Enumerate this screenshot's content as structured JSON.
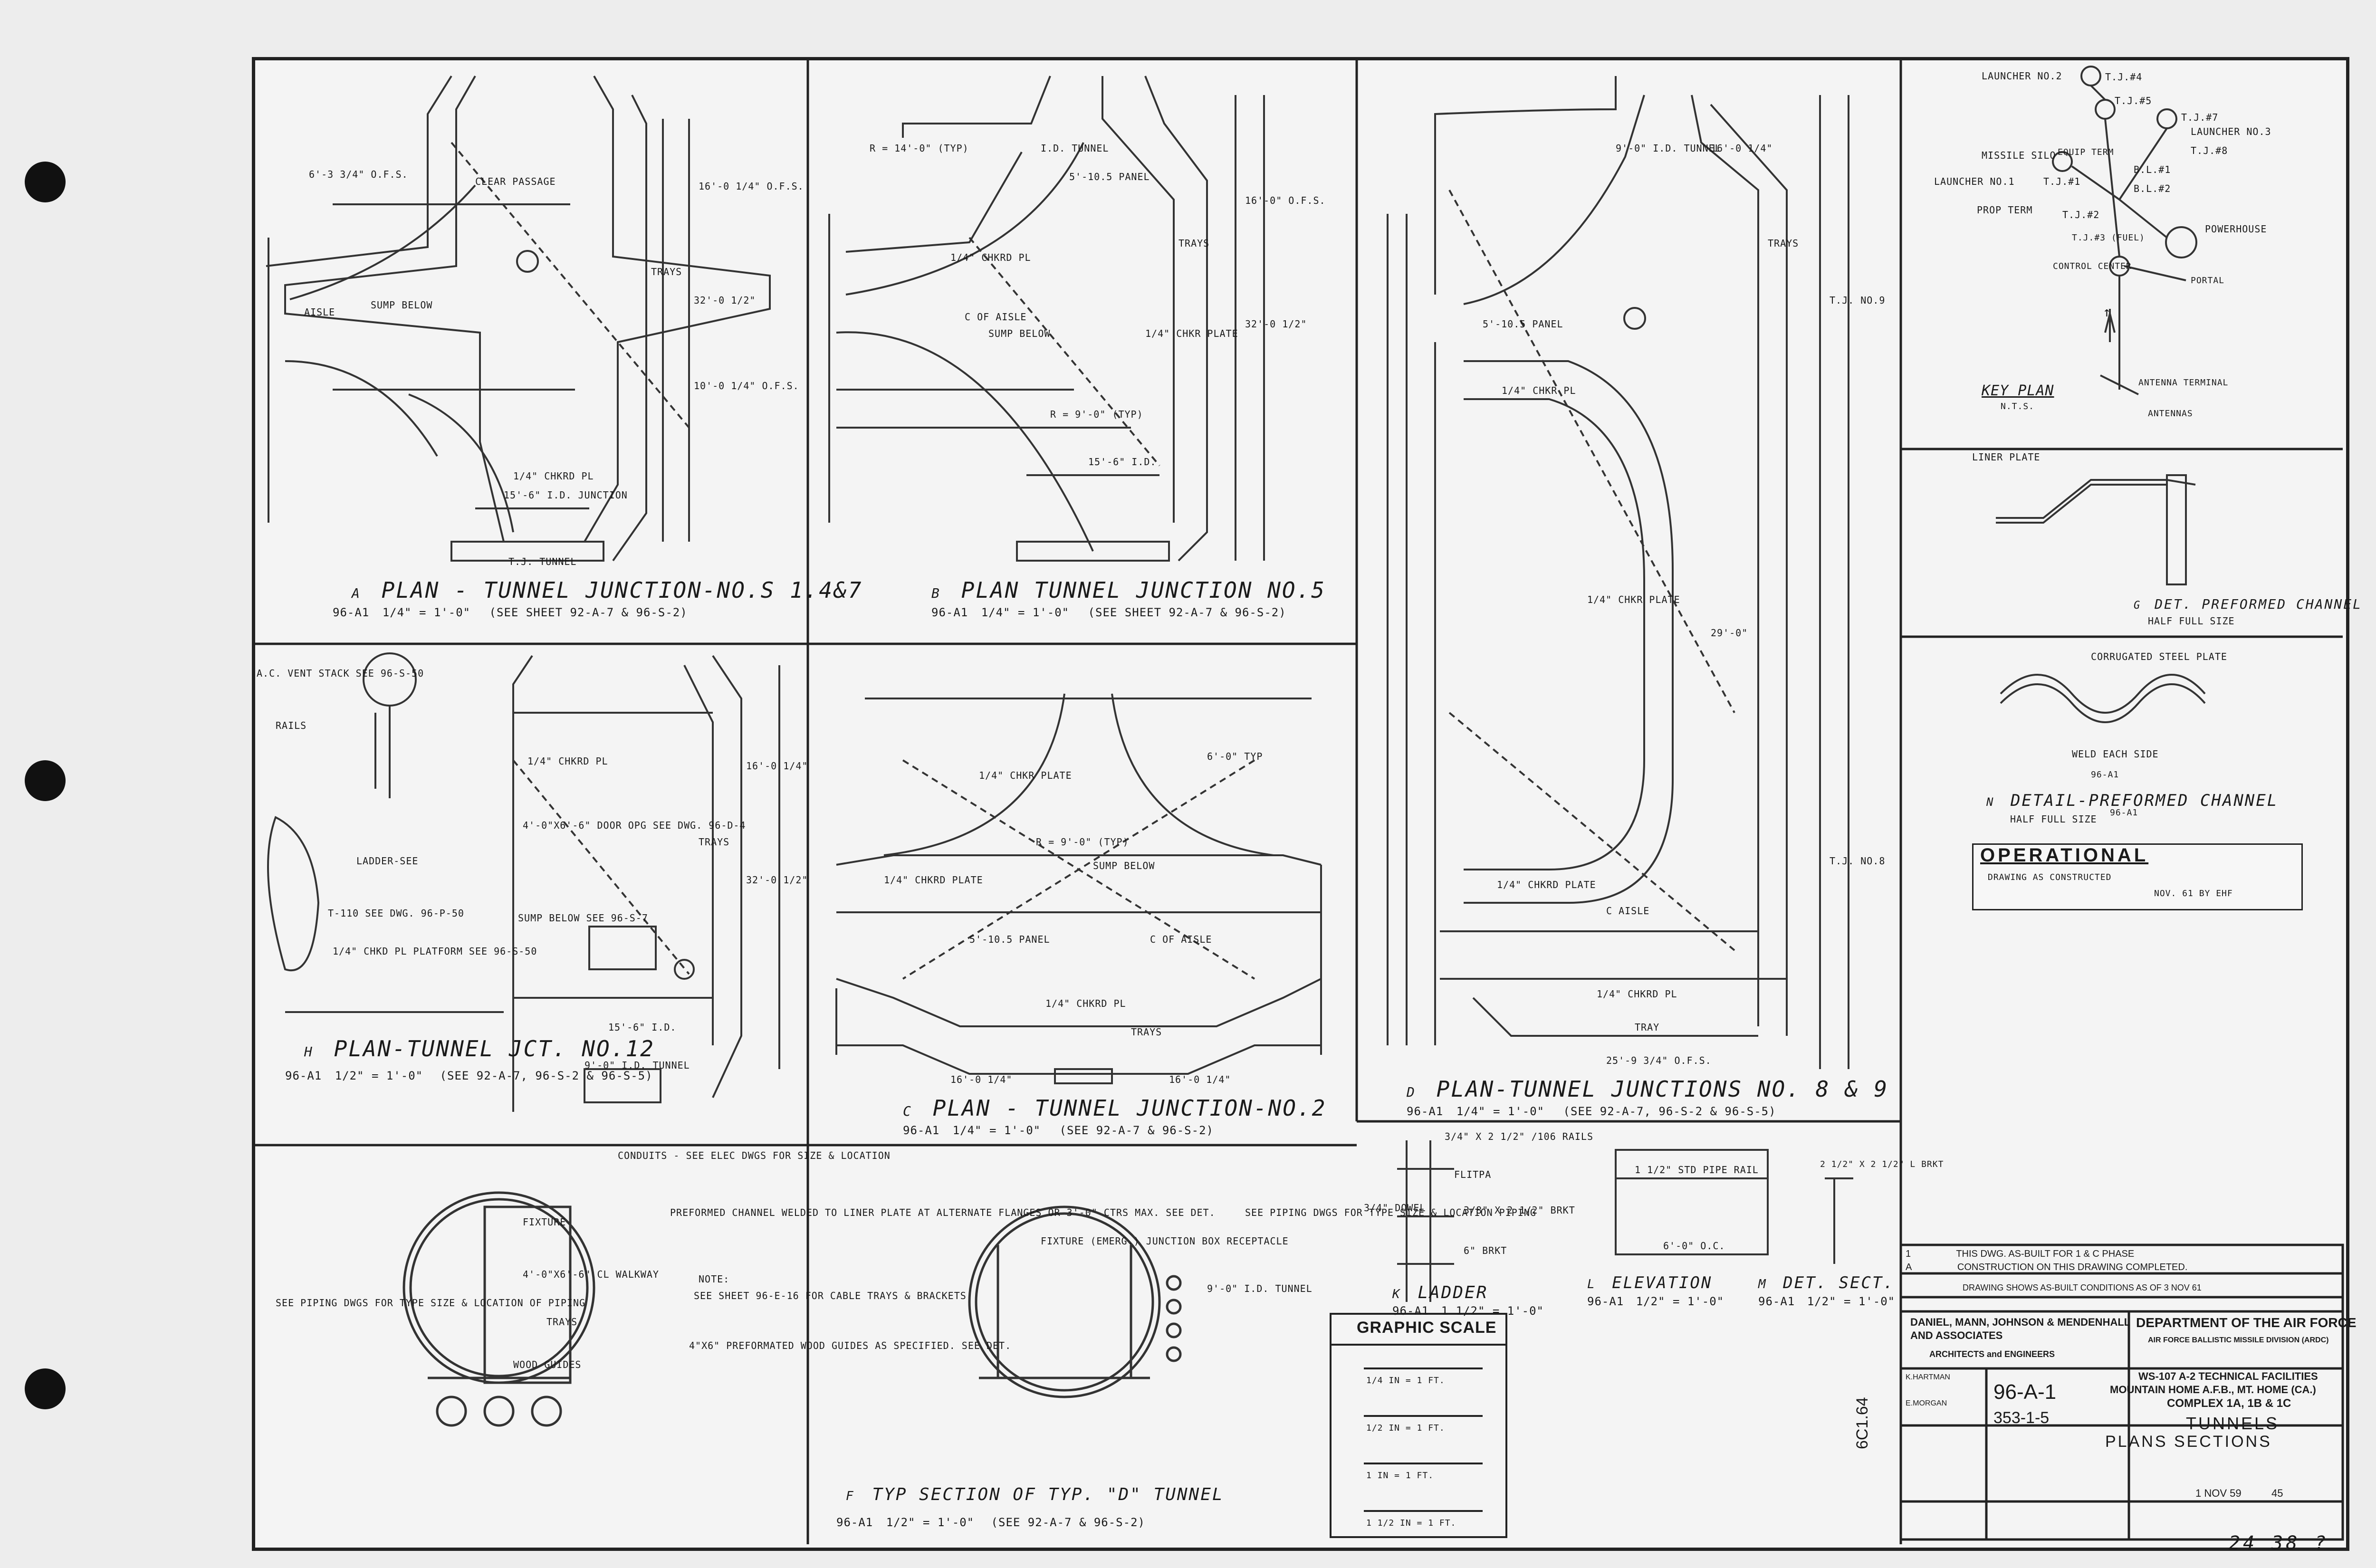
{
  "sheet": {
    "views": {
      "A": {
        "letter": "A",
        "ref": "96-A1",
        "title": "PLAN - TUNNEL JUNCTION-NO.S 1.4&7",
        "scale": "1/4\" = 1'-0\"",
        "see": "(SEE SHEET 92-A-7 & 96-S-2)",
        "notes": [
          "CLEAR PASSAGE",
          "SUMP BELOW",
          "AISLE",
          "TRAYS",
          "1/4\" CHKRD PL",
          "15'-6\" I.D. JUNCTION",
          "6'-3 3/4\" O.F.S.",
          "16'-0 1/4\" O.F.S.",
          "32'-0 1/2\"",
          "10'-0 1/4\" O.F.S.",
          "T.J. TUNNEL"
        ]
      },
      "B": {
        "letter": "B",
        "ref": "96-A1",
        "title": "PLAN  TUNNEL JUNCTION NO.5",
        "scale": "1/4\" = 1'-0\"",
        "see": "(SEE SHEET 92-A-7 & 96-S-2)",
        "notes": [
          "R = 14'-0\" (TYP)",
          "I.D. TUNNEL",
          "5'-10.5 PANEL",
          "1/4\" CHKRD PL",
          "C OF AISLE",
          "SUMP BELOW",
          "TRAYS",
          "1/4\" CHKR PLATE",
          "R = 9'-0\" (TYP)",
          "15'-6\" I.D.",
          "16'-0\" O.F.S.",
          "32'-0 1/2\""
        ]
      },
      "C": {
        "letter": "C",
        "ref": "96-A1",
        "title": "PLAN - TUNNEL JUNCTION-NO.2",
        "scale": "1/4\" = 1'-0\"",
        "see": "(SEE 92-A-7 & 96-S-2)",
        "notes": [
          "1/4\" CHKR PLATE",
          "R = 9'-0\" (TYP)",
          "SUMP BELOW",
          "1/4\" CHKRD PLATE",
          "5'-10.5 PANEL",
          "C OF AISLE",
          "1/4\" CHKRD PL",
          "TRAYS",
          "16'-0 1/4\"",
          "16'-0 1/4\"",
          "6'-0\" TYP"
        ]
      },
      "D": {
        "letter": "D",
        "ref": "96-A1",
        "title": "PLAN-TUNNEL JUNCTIONS NO. 8 & 9",
        "scale": "1/4\" = 1'-0\"",
        "see": "(SEE 92-A-7, 96-S-2 & 96-S-5)",
        "notes": [
          "9'-0\" I.D. TUNNEL",
          "T.J. NO.9",
          "TRAYS",
          "5'-10.5 PANEL",
          "1/4\" CHKR PL",
          "1/4\" CHKR PLATE",
          "1/4\" CHKRD PLATE",
          "C AISLE",
          "1/4\" CHKRD PL",
          "TRAY",
          "25'-9 3/4\" O.F.S.",
          "T.J. NO.8",
          "16'-0 1/4\"",
          "29'-0\""
        ]
      },
      "H": {
        "letter": "H",
        "ref": "96-A1",
        "title": "PLAN-TUNNEL JCT. NO.12",
        "scale": "1/2\" = 1'-0\"",
        "see": "(SEE 92-A-7, 96-S-2 & 96-S-5)",
        "notes": [
          "A.C. VENT STACK SEE 96-S-50",
          "RAILS",
          "LADDER-SEE",
          "1/4\" CHKRD PL",
          "4'-0\"x6'-6\" DOOR OPG SEE DWG. 96-D-4",
          "SUMP BELOW SEE 96-S-7",
          "TRAYS",
          "16'-0 1/4\"",
          "32'-0 1/2\"",
          "15'-6\" I.D.",
          "9'-0\" I.D. TUNNEL",
          "1/4\" CHKD PL PLATFORM SEE 96-S-50",
          "T-110 SEE DWG. 96-P-50"
        ]
      },
      "F": {
        "letter": "F",
        "ref": "96-A1",
        "title": "TYP SECTION OF TYP. \"D\" TUNNEL",
        "scale": "1/2\" = 1'-0\"",
        "see": "(SEE 92-A-7 & 96-S-2)",
        "notes": [
          "CONDUITS - SEE ELEC DWGS FOR SIZE & LOCATION",
          "PREFORMED CHANNEL WELDED TO LINER PLATE AT ALTERNATE FLANGES OR 3'-0\" CTRS MAX. SEE DET.",
          "FIXTURE",
          "TRAYS",
          "4'-0\"x6'-6\" CL WALKWAY",
          "NOTE:",
          "SEE SHEET 96-E-16 FOR CABLE TRAYS & BRACKETS",
          "FIXTURE (EMERG.) JUNCTION BOX RECEPTACLE",
          "SEE PIPING DWGS FOR TYPE SIZE & LOCATION PIPING",
          "9'-0\" I.D. TUNNEL",
          "4\"x6\" PREFORMATED WOOD GUIDES AS SPECIFIED. SEE DET.",
          "WOOD GUIDES",
          "SEE PIPING DWGS FOR TYPE SIZE & LOCATION OF PIPING"
        ]
      },
      "K": {
        "letter": "K",
        "ref": "96-A1",
        "title": "LADDER",
        "scale": "1 1/2\" = 1'-0\"",
        "notes": [
          "3/4\" x 2 1/2\" /106 RAILS",
          "FLITPA",
          "3/8\" x 2 1/2\" BRKT",
          "6\" BRKT",
          "3/4\" DOWEL"
        ]
      },
      "L": {
        "letter": "L",
        "ref": "96-A1",
        "title": "ELEVATION",
        "scale": "1/2\" = 1'-0\"",
        "notes": [
          "1 1/2\" STD PIPE RAIL",
          "6'-0\" O.C."
        ]
      },
      "M": {
        "letter": "M",
        "ref": "96-A1",
        "title": "DET. SECT.",
        "scale": "1/2\" = 1'-0\"",
        "notes": [
          "2 1/2\" x 2 1/2\" L BRKT"
        ]
      },
      "G": {
        "letter": "G",
        "ref": "96-A1",
        "title": "DET. PREFORMED CHANNEL",
        "scale": "HALF FULL SIZE",
        "notes": [
          "LINER PLATE"
        ]
      },
      "N": {
        "letter": "N",
        "ref": "96-A1",
        "title": "DETAIL-PREFORMED CHANNEL",
        "scale": "HALF FULL SIZE",
        "notes": [
          "CORRUGATED STEEL PLATE",
          "WELD EACH SIDE"
        ]
      }
    },
    "key_plan": {
      "title": "KEY PLAN",
      "scale": "N.T.S.",
      "labels": [
        "LAUNCHER NO.2",
        "T.J.#4",
        "T.J.#5",
        "T.J.#7",
        "LAUNCHER NO.3",
        "T.J.#8",
        "MISSILE SILO",
        "EQUIP TERM",
        "LAUNCHER NO.1",
        "T.J.#1",
        "B.L.#1",
        "B.L.#2",
        "PROP TERM",
        "T.J.#2",
        "POWERHOUSE",
        "T.J.#3 (FUEL)",
        "CONTROL CENTER",
        "PORTAL",
        "ANTENNA TERMINAL",
        "ANTENNAS"
      ]
    },
    "graphic_scale": {
      "title": "GRAPHIC SCALE",
      "rows": [
        "1/4 IN = 1 FT.",
        "1/2 IN = 1 FT.",
        "1 IN = 1 FT.",
        "1 1/2 IN = 1 FT."
      ]
    },
    "operational_stamp": {
      "title": "OPERATIONAL",
      "line1": "DRAWING AS CONSTRUCTED",
      "line2": "NOV. 61 BY EHF"
    },
    "revisions": [
      {
        "mark": "1",
        "text": "THIS DWG. AS-BUILT FOR 1 & C PHASE"
      },
      {
        "mark": "A",
        "text": "CONSTRUCTION ON THIS DRAWING COMPLETED."
      },
      {
        "mark": "",
        "text": "DRAWING SHOWS AS-BUILT CONDITIONS AS OF  3 NOV 61"
      }
    ],
    "title_block": {
      "firm_line1": "DANIEL, MANN, JOHNSON & MENDENHALL",
      "firm_line2": "AND ASSOCIATES",
      "firm_line3": "ARCHITECTS and ENGINEERS",
      "agency": "DEPARTMENT OF THE AIR FORCE",
      "agency_sub": "AIR FORCE BALLISTIC MISSILE DIVISION (ARDC)",
      "project_line1": "WS-107 A-2 TECHNICAL FACILITIES",
      "project_line2": "MOUNTAIN HOME A.F.B., MT. HOME (CA.)",
      "project_line3": "COMPLEX 1A, 1B & 1C",
      "sheet_title1": "TUNNELS",
      "sheet_title2": "PLANS  SECTIONS",
      "drawing_no": "96-A-1",
      "file_no": "353-1-5",
      "cat": "6C1.64",
      "designer": "K.HARTMAN",
      "drawn": "E.MORGAN",
      "date": "1 NOV 59",
      "sheet_no": "45"
    },
    "handwritten": {
      "corner": "24    38 ?"
    }
  }
}
